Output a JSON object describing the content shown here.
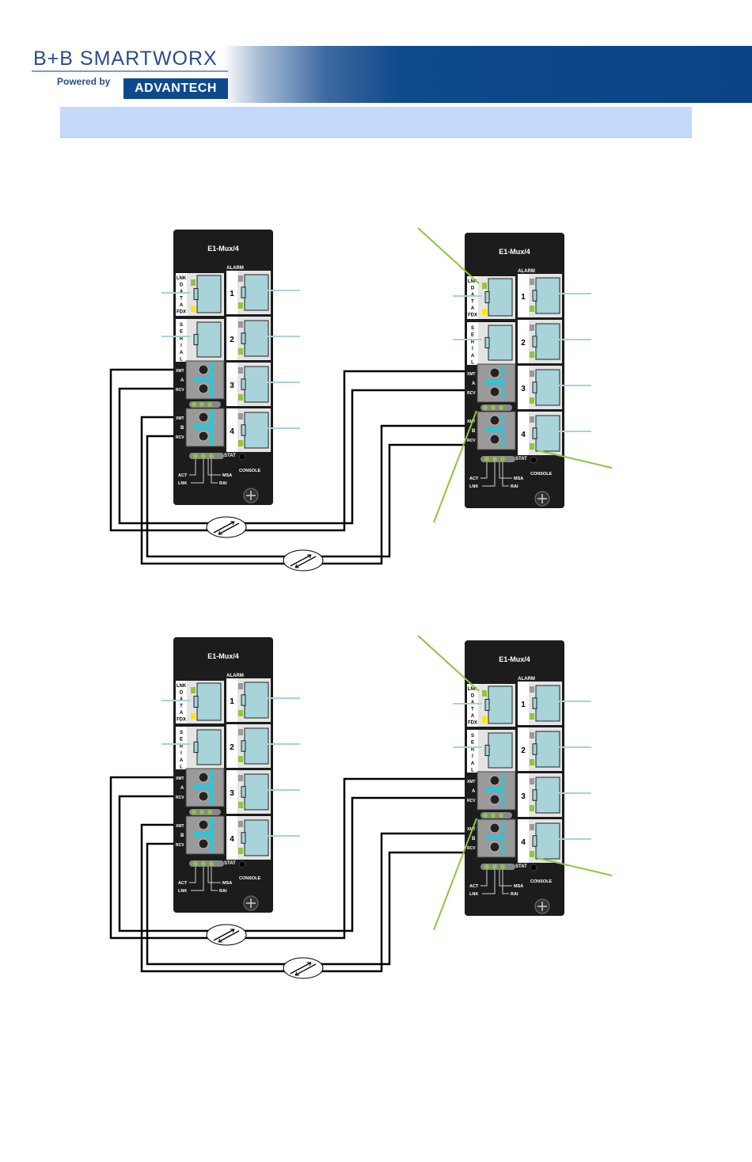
{
  "header": {
    "brand": "B+B SMARTWORX",
    "powered_by": "Powered by",
    "logo": "ADVANTECH"
  },
  "title_bar": {
    "text": ""
  },
  "device": {
    "name": "E1-Mux/4",
    "alarm": "ALARM",
    "data_label": "LNK D A T A FDX",
    "serial_letters": [
      "S",
      "E",
      "R",
      "I",
      "A",
      "L"
    ],
    "port_numbers": [
      "1",
      "2",
      "3",
      "4"
    ],
    "fiber": {
      "xmt": "XMT",
      "rcv": "RCV",
      "a": "A",
      "b": "B"
    },
    "leds": {
      "act": "ACT",
      "lnk": "LNK",
      "msa": "MSA",
      "rai": "RAI"
    },
    "stat": "STAT",
    "console": "CONSOLE",
    "lnk": "LNK",
    "d": "D",
    "a": "A",
    "fdx": "FDX"
  },
  "colors": {
    "panel": "#1c1c1c",
    "port_bg": "#a7d3d9",
    "port_frame": "#e4e4e4",
    "fiber_accent": "#33c3d6",
    "led_green": "#8ec63f",
    "led_yellow": "#ffe600",
    "callout": "#8dc63f",
    "connector_line": "#a7d3d9",
    "cable": "#000000",
    "header_blue": "#0d4a8b"
  }
}
